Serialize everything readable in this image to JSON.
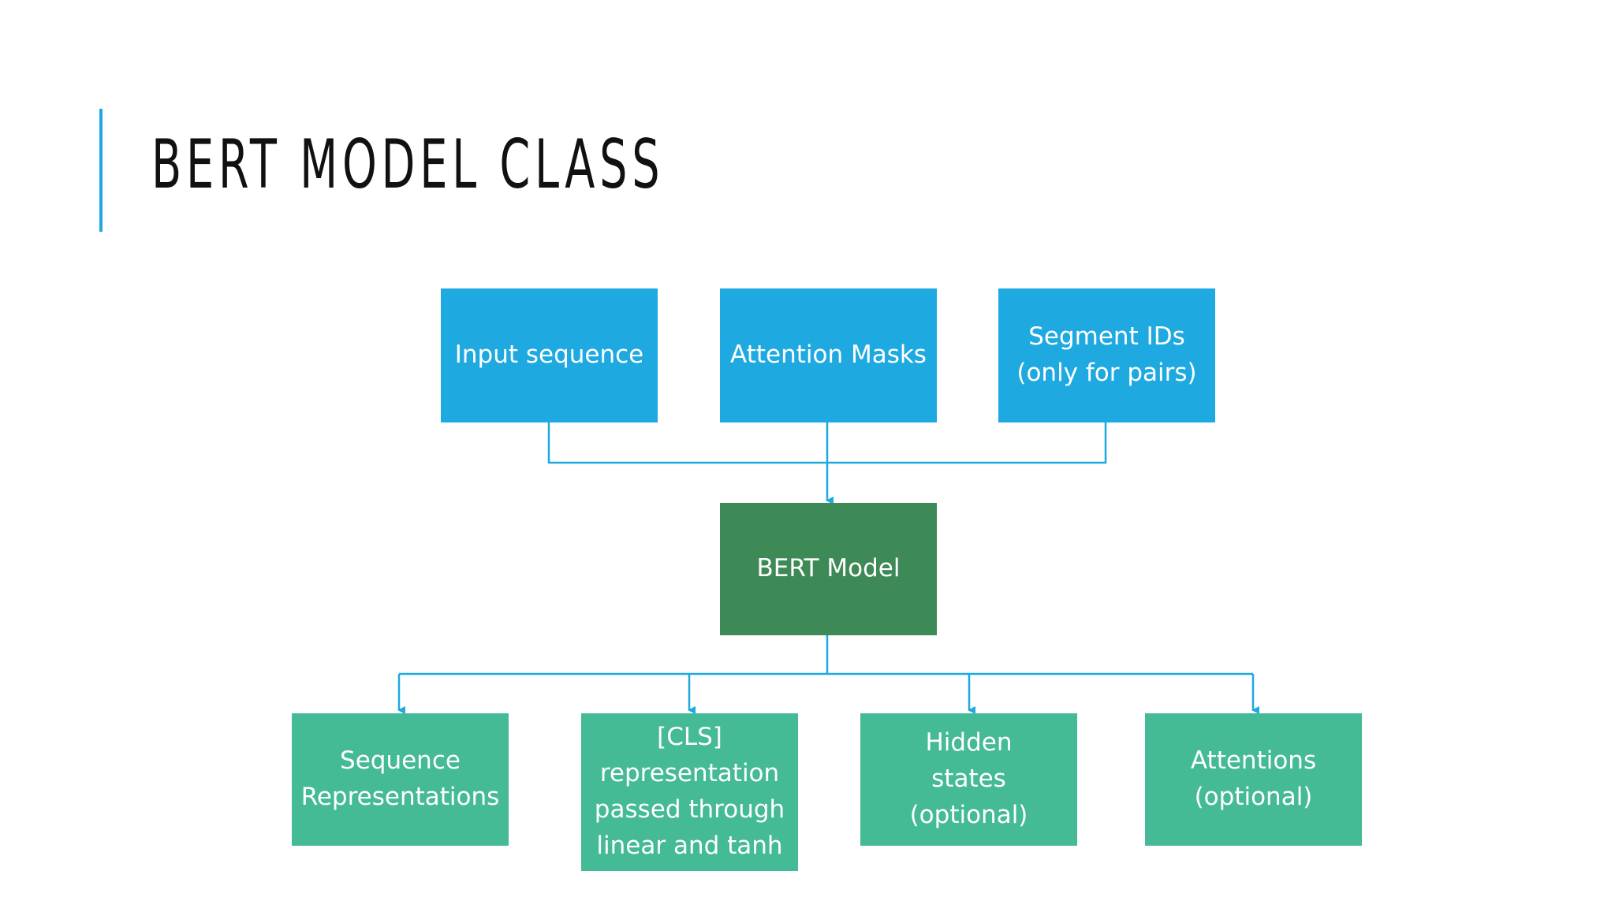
{
  "slide": {
    "title": "BERT MODEL CLASS"
  },
  "inputs": [
    {
      "label": "Input sequence"
    },
    {
      "label": "Attention Masks"
    },
    {
      "label": "Segment IDs (only for pairs)"
    }
  ],
  "core": {
    "label": "BERT Model"
  },
  "outputs": [
    {
      "label": "Sequence Representations"
    },
    {
      "label": "[CLS] representation passed through linear and tanh"
    },
    {
      "label": "Hidden states (optional)"
    },
    {
      "label": "Attentions (optional)"
    }
  ],
  "colors": {
    "accent": "#1ea9e1",
    "input_box": "#1ea9e1",
    "core_box": "#3e8a57",
    "output_box": "#44ba97",
    "connector": "#1ea9e1"
  }
}
